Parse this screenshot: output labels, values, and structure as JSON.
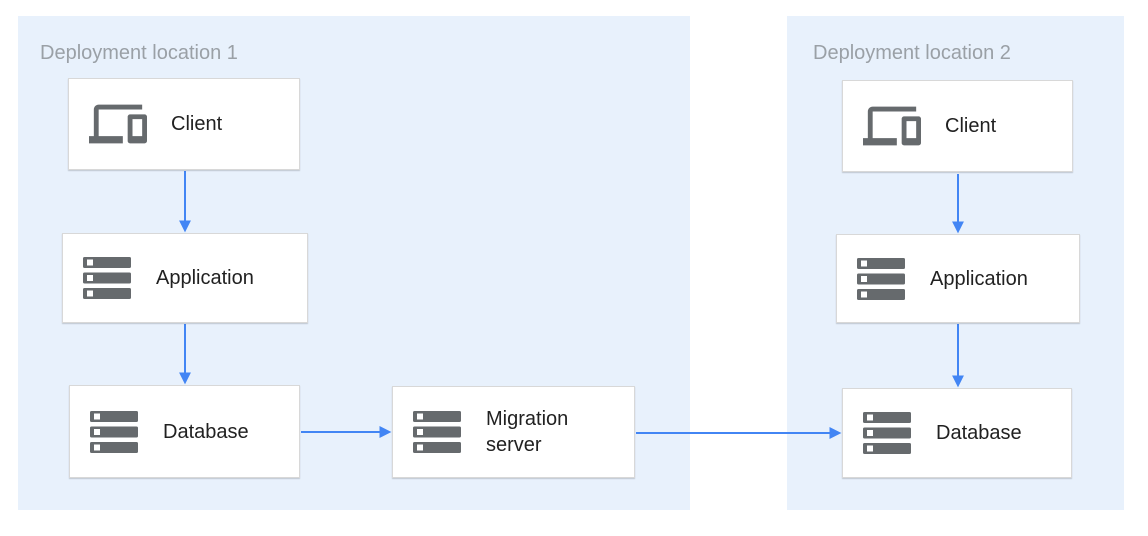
{
  "diagram": {
    "regions": [
      {
        "id": "deployment-location-1",
        "title": "Deployment location 1",
        "nodes": [
          {
            "id": "client-1",
            "label": "Client",
            "icon": "devices-icon"
          },
          {
            "id": "application-1",
            "label": "Application",
            "icon": "storage-icon"
          },
          {
            "id": "database-1",
            "label": "Database",
            "icon": "storage-icon"
          }
        ]
      },
      {
        "id": "deployment-location-2",
        "title": "Deployment location 2",
        "nodes": [
          {
            "id": "client-2",
            "label": "Client",
            "icon": "devices-icon"
          },
          {
            "id": "application-2",
            "label": "Application",
            "icon": "storage-icon"
          },
          {
            "id": "database-2",
            "label": "Database",
            "icon": "storage-icon"
          }
        ]
      }
    ],
    "standalone_nodes": [
      {
        "id": "migration-server",
        "label": "Migration server",
        "icon": "storage-icon"
      }
    ],
    "edges": [
      {
        "from": "client-1",
        "to": "application-1"
      },
      {
        "from": "application-1",
        "to": "database-1"
      },
      {
        "from": "database-1",
        "to": "migration-server"
      },
      {
        "from": "migration-server",
        "to": "database-2"
      },
      {
        "from": "client-2",
        "to": "application-2"
      },
      {
        "from": "application-2",
        "to": "database-2"
      }
    ],
    "colors": {
      "region_background": "#e8f1fc",
      "arrow": "#4285f4",
      "icon": "#666a6d",
      "region_title": "#9aa0a6",
      "node_label": "#212121",
      "node_border": "#d8d8d8",
      "node_background": "#ffffff"
    }
  }
}
